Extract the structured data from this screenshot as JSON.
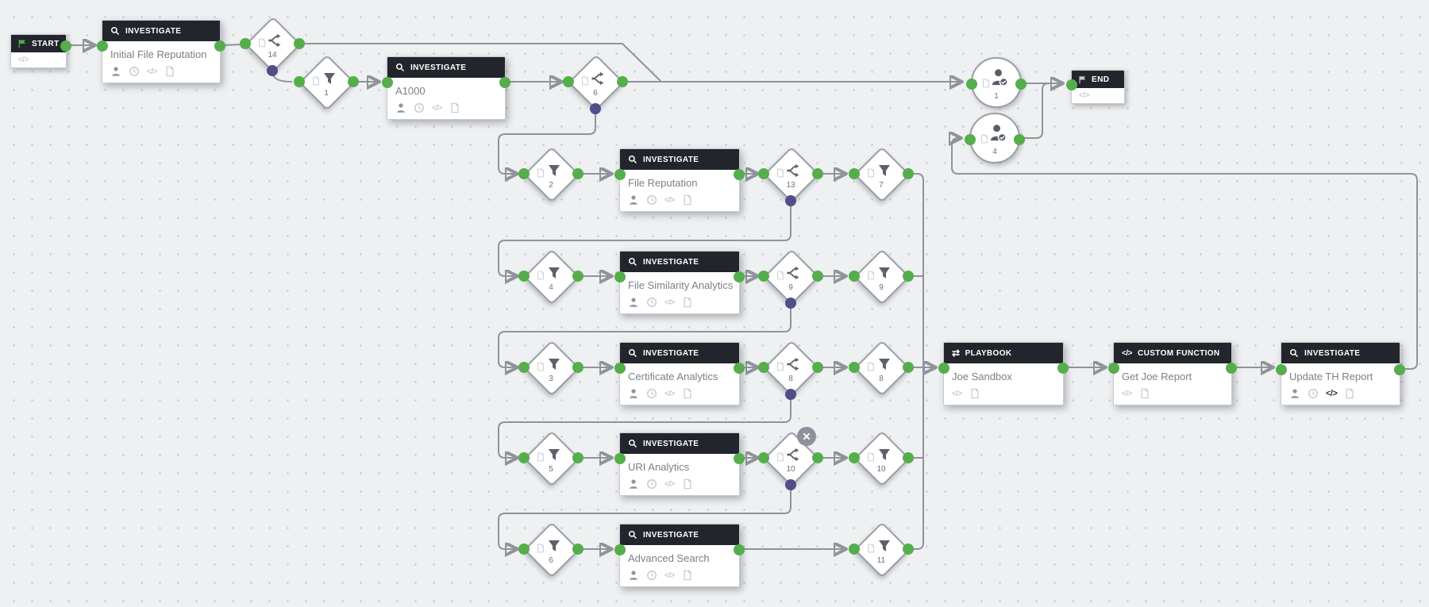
{
  "app": "playbook-editor-canvas",
  "glyphs": {
    "code": "</>",
    "playbook_arrows": "⇄"
  },
  "colors": {
    "canvas_bg": "#eef0f2",
    "grid_dot": "#c5c9cd",
    "header_bg": "#22262c",
    "edge": "#8f949a",
    "connector_green": "#55ae4b",
    "connector_purple": "#504e88",
    "title_text": "#7b8085",
    "start_flag_green": "#4caf50"
  },
  "nodes": {
    "start": {
      "label": "START"
    },
    "end": {
      "label": "END"
    },
    "initial_file_reputation": {
      "type": "INVESTIGATE",
      "title": "Initial File Reputation",
      "footer_icons": [
        "user-icon",
        "clock-icon",
        "code-icon",
        "note-icon"
      ]
    },
    "a1000": {
      "type": "INVESTIGATE",
      "title": "A1000",
      "footer_icons": [
        "user-icon",
        "clock-icon",
        "code-icon",
        "note-icon"
      ]
    },
    "file_reputation": {
      "type": "INVESTIGATE",
      "title": "File Reputation",
      "footer_icons": [
        "user-icon",
        "clock-icon",
        "code-icon",
        "note-icon"
      ]
    },
    "file_similarity_analytics": {
      "type": "INVESTIGATE",
      "title": "File Similarity Analytics",
      "footer_icons": [
        "user-icon",
        "clock-icon",
        "code-icon",
        "note-icon"
      ]
    },
    "certificate_analytics": {
      "type": "INVESTIGATE",
      "title": "Certificate Analytics",
      "footer_icons": [
        "user-icon",
        "clock-icon",
        "code-icon",
        "note-icon"
      ]
    },
    "uri_analytics": {
      "type": "INVESTIGATE",
      "title": "URI Analytics",
      "footer_icons": [
        "user-icon",
        "clock-icon",
        "code-icon",
        "note-icon"
      ]
    },
    "advanced_search": {
      "type": "INVESTIGATE",
      "title": "Advanced Search",
      "footer_icons": [
        "user-icon",
        "clock-icon",
        "code-icon",
        "note-icon"
      ]
    },
    "joe_sandbox": {
      "type": "PLAYBOOK",
      "title": "Joe Sandbox",
      "footer_icons": [
        "code-icon",
        "note-icon"
      ]
    },
    "get_joe_report": {
      "type": "CUSTOM FUNCTION",
      "title": "Get Joe Report",
      "footer_icons": [
        "code-icon",
        "note-icon"
      ]
    },
    "update_th_report": {
      "type": "INVESTIGATE",
      "title": "Update TH Report",
      "footer_icons": [
        "user-icon",
        "clock-icon",
        "code-icon",
        "note-icon"
      ]
    },
    "decision_14": {
      "num": "14"
    },
    "decision_6": {
      "num": "6"
    },
    "decision_13": {
      "num": "13"
    },
    "decision_9": {
      "num": "9"
    },
    "decision_8": {
      "num": "8"
    },
    "decision_10": {
      "num": "10"
    },
    "filter_1": {
      "num": "1"
    },
    "filter_2": {
      "num": "2"
    },
    "filter_4": {
      "num": "4"
    },
    "filter_3": {
      "num": "3"
    },
    "filter_5": {
      "num": "5"
    },
    "filter_6": {
      "num": "6"
    },
    "filter_7": {
      "num": "7"
    },
    "filter_9": {
      "num": "9"
    },
    "filter_8": {
      "num": "8"
    },
    "filter_10": {
      "num": "10"
    },
    "filter_11": {
      "num": "11"
    },
    "prompt_1": {
      "num": "1"
    },
    "prompt_4": {
      "num": "4"
    }
  },
  "connections": [
    {
      "from": "start",
      "to": "initial_file_reputation"
    },
    {
      "from": "initial_file_reputation",
      "to": "decision_14"
    },
    {
      "from": "decision_14",
      "to": "prompt_1"
    },
    {
      "from": "decision_14",
      "to": "filter_1"
    },
    {
      "from": "filter_1",
      "to": "a1000"
    },
    {
      "from": "a1000",
      "to": "decision_6"
    },
    {
      "from": "decision_6",
      "to": "prompt_1"
    },
    {
      "from": "decision_6",
      "to": "filter_2"
    },
    {
      "from": "filter_2",
      "to": "file_reputation"
    },
    {
      "from": "file_reputation",
      "to": "decision_13"
    },
    {
      "from": "decision_13",
      "to": "filter_7"
    },
    {
      "from": "decision_13",
      "to": "filter_4"
    },
    {
      "from": "filter_4",
      "to": "file_similarity_analytics"
    },
    {
      "from": "file_similarity_analytics",
      "to": "decision_9"
    },
    {
      "from": "decision_9",
      "to": "filter_9"
    },
    {
      "from": "decision_9",
      "to": "filter_3"
    },
    {
      "from": "filter_3",
      "to": "certificate_analytics"
    },
    {
      "from": "certificate_analytics",
      "to": "decision_8"
    },
    {
      "from": "decision_8",
      "to": "filter_8"
    },
    {
      "from": "decision_8",
      "to": "filter_5"
    },
    {
      "from": "filter_5",
      "to": "uri_analytics"
    },
    {
      "from": "uri_analytics",
      "to": "decision_10"
    },
    {
      "from": "decision_10",
      "to": "filter_10"
    },
    {
      "from": "decision_10",
      "to": "filter_6"
    },
    {
      "from": "filter_6",
      "to": "advanced_search"
    },
    {
      "from": "advanced_search",
      "to": "filter_11"
    },
    {
      "from": "filter_7",
      "to": "joe_sandbox"
    },
    {
      "from": "filter_9",
      "to": "joe_sandbox"
    },
    {
      "from": "filter_8",
      "to": "joe_sandbox"
    },
    {
      "from": "filter_10",
      "to": "joe_sandbox"
    },
    {
      "from": "filter_11",
      "to": "joe_sandbox"
    },
    {
      "from": "joe_sandbox",
      "to": "get_joe_report"
    },
    {
      "from": "get_joe_report",
      "to": "update_th_report"
    },
    {
      "from": "update_th_report",
      "to": "prompt_4"
    },
    {
      "from": "prompt_4",
      "to": "end"
    },
    {
      "from": "prompt_1",
      "to": "end"
    }
  ]
}
